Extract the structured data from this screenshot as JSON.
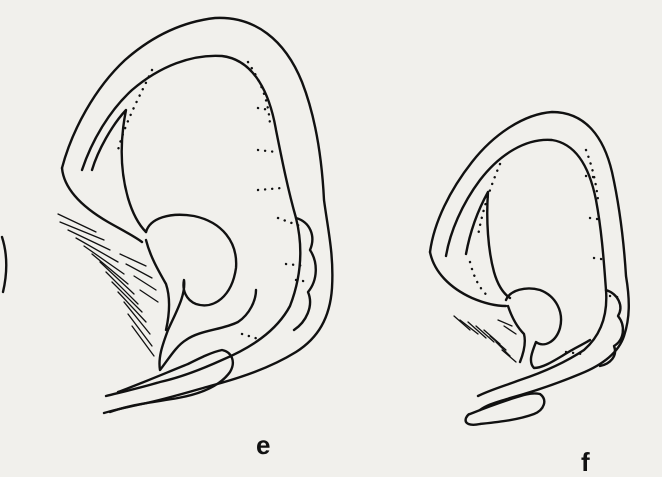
{
  "figure": {
    "panels": [
      {
        "id": "e",
        "label": "e"
      },
      {
        "id": "f",
        "label": "f"
      }
    ]
  },
  "colors": {
    "paper": "#f1f0ec",
    "ink": "#111111"
  }
}
